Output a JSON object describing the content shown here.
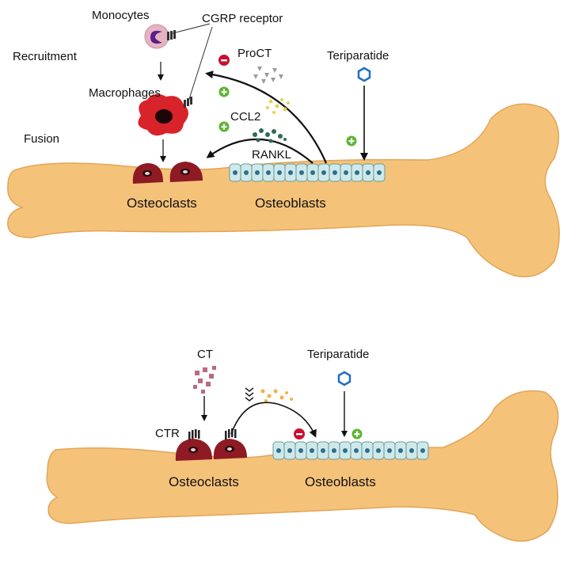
{
  "top_panel": {
    "labels": {
      "monocytes": "Monocytes",
      "cgrp_receptor": "CGRP receptor",
      "recruitment": "Recruitment",
      "macrophages": "Macrophages",
      "fusion": "Fusion",
      "osteoclasts": "Osteoclasts",
      "osteoblasts": "Osteoblasts",
      "procT": "ProCT",
      "ccl2": "CCL2",
      "rankl": "RANKL",
      "teriparatide": "Teriparatide"
    }
  },
  "bottom_panel": {
    "labels": {
      "ct": "CT",
      "ctr": "CTR",
      "osteoclasts": "Osteoclasts",
      "osteoblasts": "Osteoblasts",
      "teriparatide": "Teriparatide"
    }
  },
  "colors": {
    "bone_fill": "#f5c27a",
    "bone_stroke": "#e2a558",
    "osteoblast_fill": "#cfe9ea",
    "osteoblast_stroke": "#6a9a9c",
    "osteoblast_nucleus": "#2f6e8a",
    "osteoclast": "#8e1a24",
    "macrophage": "#d8232a",
    "monocyte": "#e6b3c3",
    "inhibit_sign": "#c8102e",
    "stimulate_sign": "#5bb431",
    "teriparatide_hex": "#1f6fc5",
    "procT_particles": "#9a9a9a",
    "ccl2_particles": "#e6d44a",
    "rankl_particles": "#2e6a5a",
    "ct_particles": "#b76a86",
    "bottom_signal_particles": "#f0b14a"
  }
}
